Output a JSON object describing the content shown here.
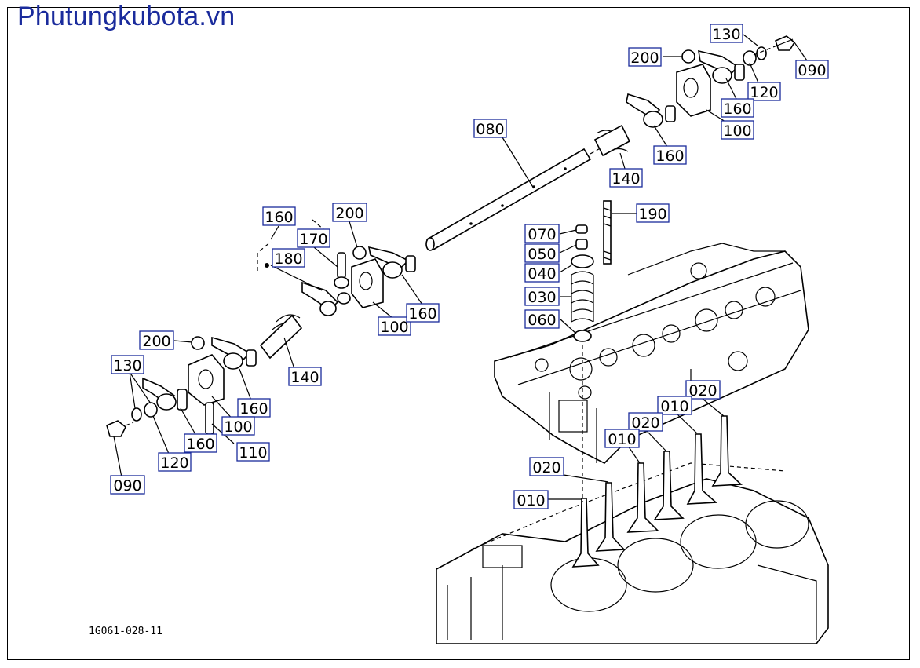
{
  "site_title": "Phutungkubota.vn",
  "drawing_code": "1G061-028-11",
  "colors": {
    "callout_border": "#1a2b9c",
    "site_title": "#1a2b9c",
    "line": "#000000"
  },
  "callouts": [
    {
      "id": "c1",
      "label": "130"
    },
    {
      "id": "c2",
      "label": "200"
    },
    {
      "id": "c3",
      "label": "090"
    },
    {
      "id": "c4",
      "label": "120"
    },
    {
      "id": "c5",
      "label": "160"
    },
    {
      "id": "c6",
      "label": "100"
    },
    {
      "id": "c7",
      "label": "080"
    },
    {
      "id": "c8",
      "label": "160"
    },
    {
      "id": "c9",
      "label": "140"
    },
    {
      "id": "c10",
      "label": "190"
    },
    {
      "id": "c11",
      "label": "070"
    },
    {
      "id": "c12",
      "label": "050"
    },
    {
      "id": "c13",
      "label": "040"
    },
    {
      "id": "c14",
      "label": "030"
    },
    {
      "id": "c15",
      "label": "060"
    },
    {
      "id": "c16",
      "label": "160"
    },
    {
      "id": "c17",
      "label": "200"
    },
    {
      "id": "c18",
      "label": "170"
    },
    {
      "id": "c19",
      "label": "180"
    },
    {
      "id": "c20",
      "label": "100"
    },
    {
      "id": "c21",
      "label": "160"
    },
    {
      "id": "c22",
      "label": "200"
    },
    {
      "id": "c23",
      "label": "140"
    },
    {
      "id": "c24",
      "label": "130"
    },
    {
      "id": "c25",
      "label": "160"
    },
    {
      "id": "c26",
      "label": "100"
    },
    {
      "id": "c27",
      "label": "160"
    },
    {
      "id": "c28",
      "label": "110"
    },
    {
      "id": "c29",
      "label": "120"
    },
    {
      "id": "c30",
      "label": "090"
    },
    {
      "id": "c31",
      "label": "020"
    },
    {
      "id": "c32",
      "label": "010"
    },
    {
      "id": "c33",
      "label": "020"
    },
    {
      "id": "c34",
      "label": "010"
    },
    {
      "id": "c35",
      "label": "020"
    },
    {
      "id": "c36",
      "label": "010"
    }
  ]
}
